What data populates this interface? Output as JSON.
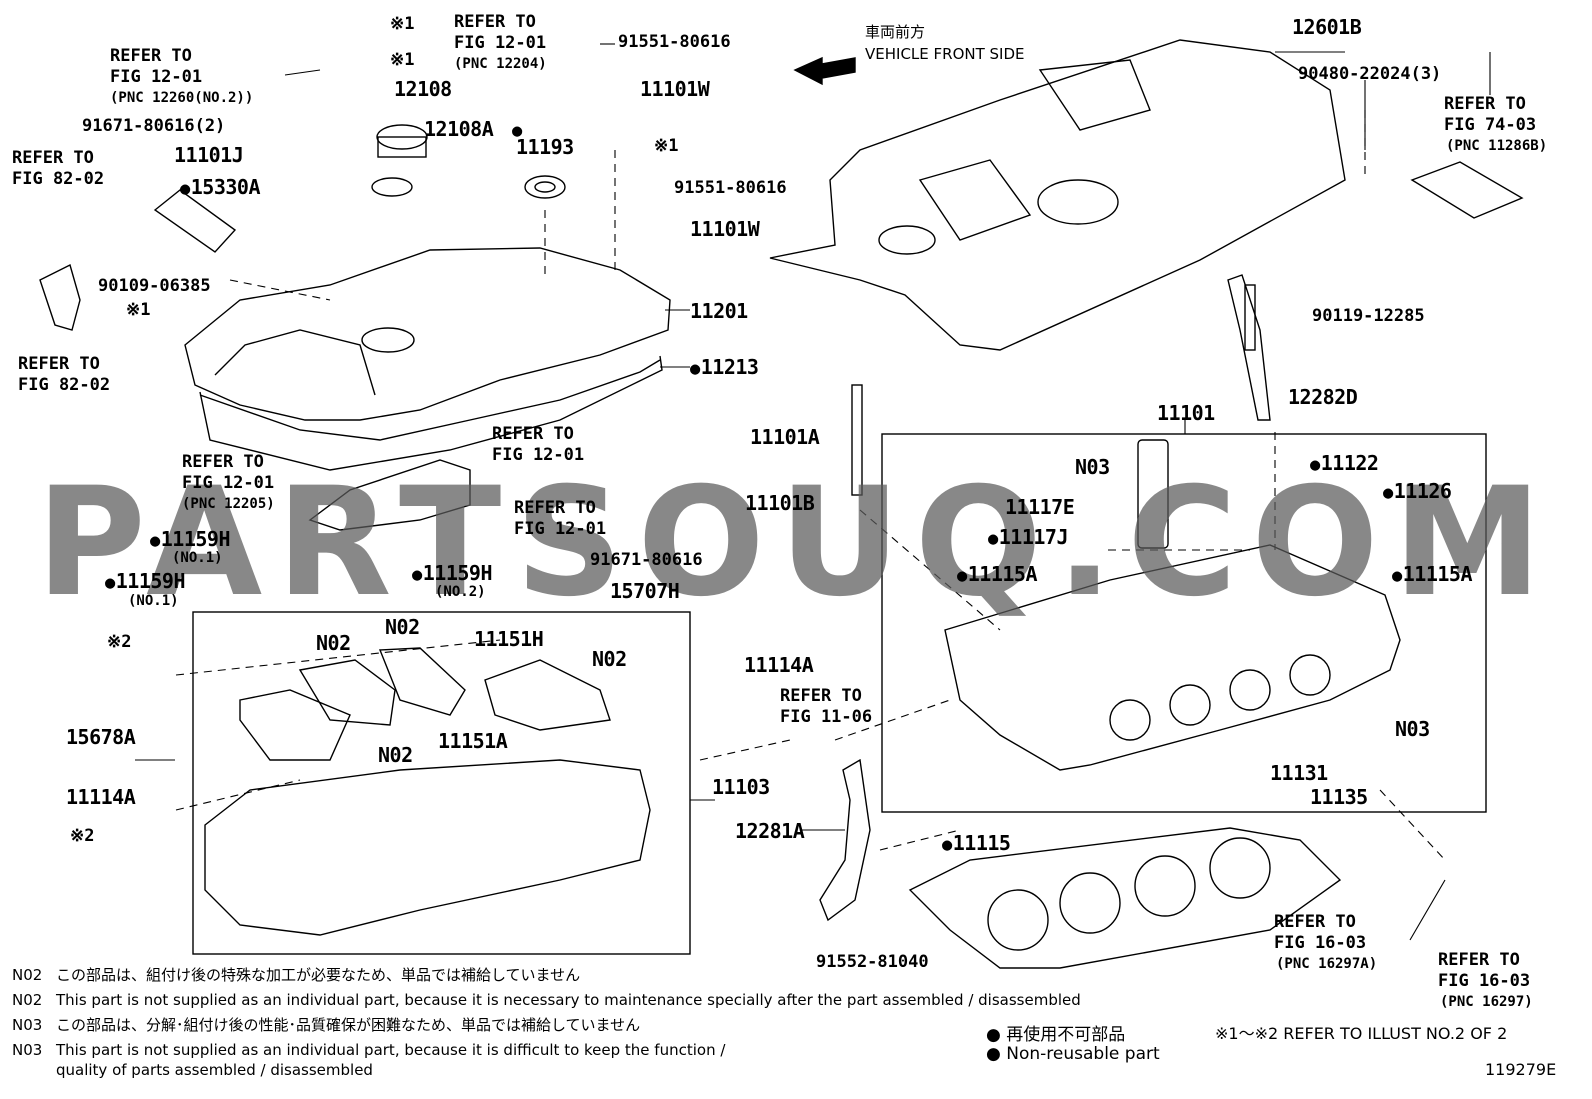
{
  "header": {
    "front_jp": "車両前方",
    "front_en": "VEHICLE FRONT SIDE"
  },
  "watermark": "PARTSOUQ.COM",
  "parts": {
    "p12601B": "12601B",
    "p90480": "90480-22024(3)",
    "p91551a": "91551-80616",
    "p11101W_a": "11101W",
    "p91551b": "91551-80616",
    "p11101W_b": "11101W",
    "p12108": "12108",
    "p12108A": "12108A",
    "p11193": "11193",
    "p91671a": "91671-80616(2)",
    "p11101J": "11101J",
    "p15330A": "15330A",
    "p90109": "90109-06385",
    "p11201": "11201",
    "p11213": "11213",
    "p90119": "90119-12285",
    "p12282D": "12282D",
    "p11101": "11101",
    "p11101A": "11101A",
    "p11101B": "11101B",
    "pN03a": "N03",
    "p11122": "11122",
    "p11126": "11126",
    "p11117E": "11117E",
    "p11117J": "11117J",
    "p11115Aa": "11115A",
    "p11115Ab": "11115A",
    "pN03b": "N03",
    "p11131": "11131",
    "p11135": "11135",
    "p11159Ha": "11159H",
    "p11159Ha_sub": "(NO.1)",
    "p11159Hb": "11159H",
    "p11159Hb_sub": "(NO.1)",
    "p11159Hc": "11159H",
    "p11159Hc_sub": "(NO.2)",
    "p91671b": "91671-80616",
    "p15707H": "15707H",
    "pN02a": "N02",
    "pN02b": "N02",
    "pN02c": "N02",
    "pN02d": "N02",
    "p11151H": "11151H",
    "p11151A": "11151A",
    "p11114Aa": "11114A",
    "p11114Ab": "11114A",
    "p15678A": "15678A",
    "p11103": "11103",
    "pK2a": "※2",
    "pK2b": "※2",
    "pK1a": "※1",
    "pK1b": "※1",
    "pK1c": "※1",
    "pK1d": "※1",
    "p12281A": "12281A",
    "p11115": "11115",
    "p91552": "91552-81040"
  },
  "refs": {
    "r1_l1": "REFER TO",
    "r1_l2": "FIG 12-01",
    "r1_l3": "(PNC 12260(NO.2))",
    "r2_l1": "REFER TO",
    "r2_l2": "FIG 12-01",
    "r2_l3": "(PNC 12204)",
    "r3_l1": "REFER TO",
    "r3_l2": "FIG 82-02",
    "r4_l1": "REFER TO",
    "r4_l2": "FIG 82-02",
    "r5_l1": "REFER TO",
    "r5_l2": "FIG 74-03",
    "r5_l3": "(PNC 11286B)",
    "r6_l1": "REFER TO",
    "r6_l2": "FIG 12-01",
    "r7_l1": "REFER TO",
    "r7_l2": "FIG 12-01",
    "r7_l3": "(PNC 12205)",
    "r8_l1": "REFER TO",
    "r8_l2": "FIG 12-01",
    "r9_l1": "REFER TO",
    "r9_l2": "FIG 11-06",
    "r10_l1": "REFER TO",
    "r10_l2": "FIG 16-03",
    "r10_l3": "(PNC 16297A)",
    "r11_l1": "REFER TO",
    "r11_l2": "FIG 16-03",
    "r11_l3": "(PNC 16297)"
  },
  "notes": {
    "n1_code": "N02",
    "n1_text": "この部品は、組付け後の特殊な加工が必要なため、単品では補給していません",
    "n2_code": "N02",
    "n2_text": "This part is not supplied as an individual part, because it is necessary to maintenance specially after the part assembled / disassembled",
    "n3_code": "N03",
    "n3_text": "この部品は、分解･組付け後の性能･品質確保が困難なため、単品では補給していません",
    "n4_code": "N03",
    "n4_text": "This part is not supplied as an individual part, because it is difficult to keep the function /",
    "n4_cont": "quality of parts  assembled / disassembled"
  },
  "legend": {
    "jp": "再使用不可部品",
    "en": "Non-reusable part",
    "illust_ref": "※1～※2  REFER TO ILLUST NO.2 OF 2",
    "code": "119279E"
  }
}
